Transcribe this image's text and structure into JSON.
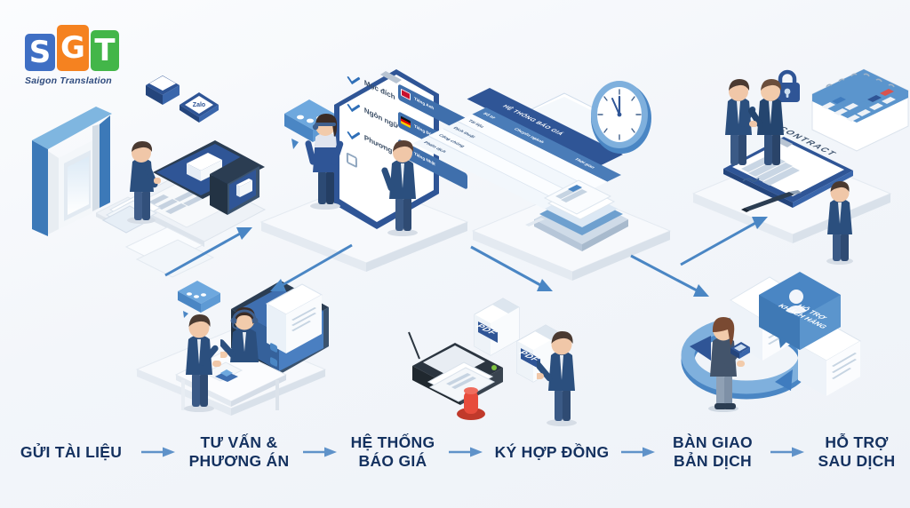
{
  "brand": {
    "letters": [
      "S",
      "G",
      "T"
    ],
    "tagline": "Saigon Translation",
    "colors": {
      "s": "#3f6fc4",
      "g": "#f58220",
      "t": "#43b649",
      "text": "#2e4a7d"
    }
  },
  "theme": {
    "background": "#f3f6fa",
    "primary_blue": "#2f5596",
    "accent_blue": "#4a7fc1",
    "label_color": "#14315f",
    "arrow_color": "#5a8fc7"
  },
  "steps": [
    {
      "id": "step-1",
      "label": "GỬI TÀI LIỆU",
      "order": 1
    },
    {
      "id": "step-2",
      "label": "TƯ VẤN &\nPHƯƠNG ÁN",
      "order": 2
    },
    {
      "id": "step-3",
      "label": "HỆ THỐNG\nBÁO GIÁ",
      "order": 3
    },
    {
      "id": "step-4",
      "label": "KÝ HỢP ĐỒNG",
      "order": 4
    },
    {
      "id": "step-5",
      "label": "BÀN GIAO\nBẢN DỊCH",
      "order": 5
    },
    {
      "id": "step-6",
      "label": "HỖ TRỢ\nSAU DỊCH",
      "order": 6
    }
  ],
  "scenes": {
    "send_documents": {
      "name": "Gửi tài liệu",
      "apps": [
        {
          "label": "Zalo",
          "icon": "zalo-icon"
        },
        {
          "label": "",
          "icon": "email-icon"
        }
      ],
      "devices": [
        "laptop",
        "smartphone",
        "document-stack"
      ]
    },
    "consulting": {
      "name": "Tư vấn & phương án",
      "checklist": [
        {
          "label": "Mục đích",
          "checked": true
        },
        {
          "label": "Ngôn ngữ",
          "checked": true
        },
        {
          "label": "Phương án",
          "checked": true
        },
        {
          "label": "",
          "checked": false
        }
      ],
      "language_tags": [
        {
          "label": "Tiếng Anh",
          "flag": "uk-flag"
        },
        {
          "label": "Tiếng Đức",
          "flag": "germany-flag"
        },
        {
          "label": "Tiếng Nhật",
          "flag": "japan-flag"
        }
      ],
      "chat_bubble": "•••"
    },
    "quotation": {
      "name": "Hệ thống báo giá",
      "board_title": "HỆ THỐNG BÁO GIÁ",
      "table_headers": [
        "Số từ",
        "Chuyên ngành",
        "Thời gian"
      ],
      "table_rows": [
        [
          "Tài liệu",
          "",
          ""
        ],
        [
          "Dịch thuật",
          "",
          ""
        ],
        [
          "Công chứng",
          "",
          ""
        ],
        [
          "Phiên dịch",
          "",
          ""
        ]
      ],
      "clock_time": "11:55"
    },
    "contract": {
      "name": "Ký hợp đồng",
      "document_label": "CONTRACT",
      "objects": [
        "handshake",
        "lock-icon",
        "calendar",
        "pen",
        "signature"
      ]
    },
    "delivery": {
      "name": "Bàn giao bản dịch",
      "files": [
        {
          "label": "PDF",
          "icon": "pdf-file-icon"
        },
        {
          "label": "PDF",
          "icon": "pdf-file-icon"
        }
      ],
      "objects": [
        "printer",
        "red-stamp",
        "printed-pages"
      ]
    },
    "after_support": {
      "name": "Hỗ trợ sau dịch",
      "bubble_label": "HỖ TRỢ\nKHÁCH HÀNG",
      "bubble_icon": "user-support-icon",
      "objects": [
        "circular-arrow",
        "tablet",
        "documents"
      ]
    }
  }
}
